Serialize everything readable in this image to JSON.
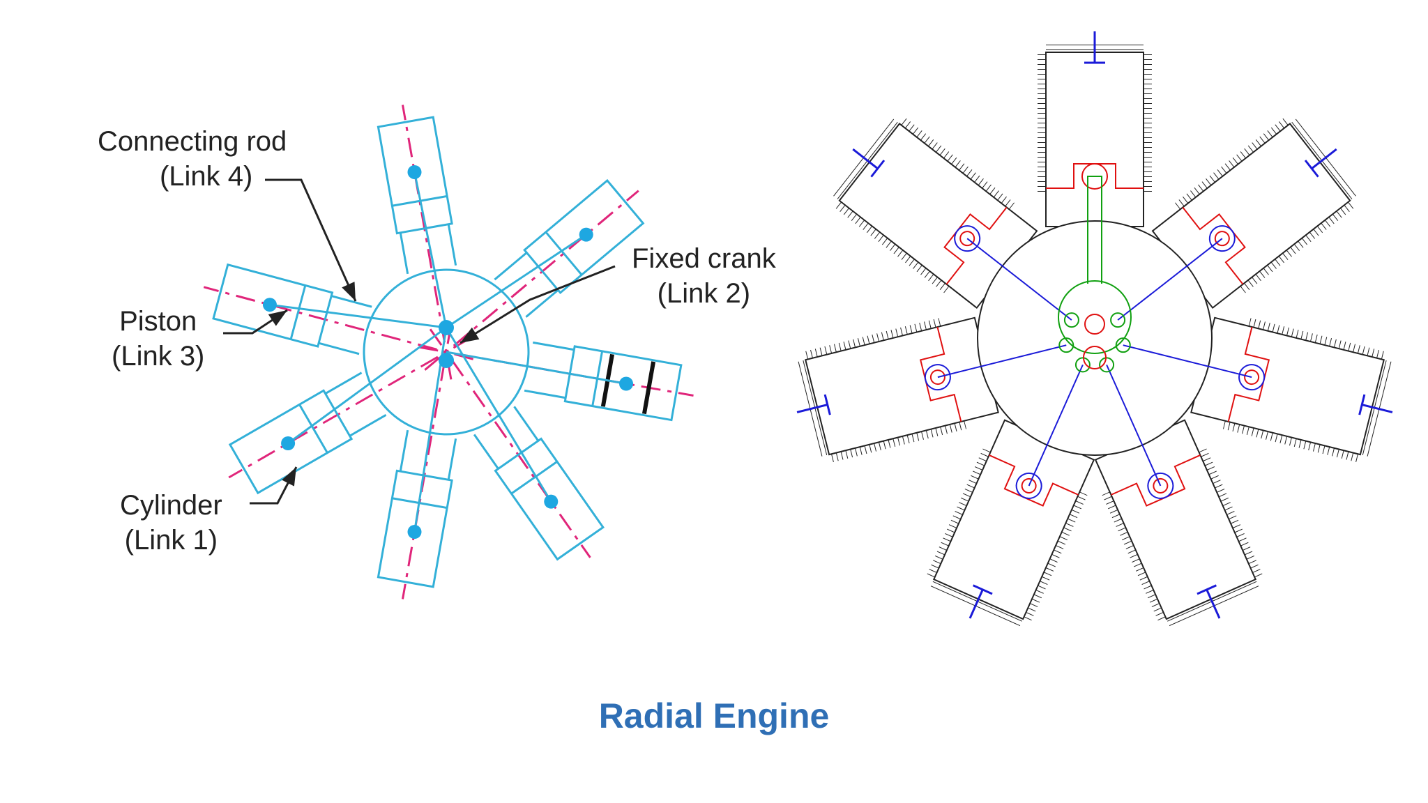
{
  "left": {
    "labels": {
      "connecting_rod": {
        "name": "Connecting rod",
        "link": "(Link 4)"
      },
      "fixed_crank": {
        "name": "Fixed crank",
        "link": "(Link 2)"
      },
      "piston": {
        "name": "Piston",
        "link": "(Link 3)"
      },
      "cylinder": {
        "name": "Cylinder",
        "link": "(Link 1)"
      }
    }
  },
  "caption": "Radial Engine",
  "colors": {
    "link_cyan": "#33b0d8",
    "dot_cyan": "#1ea7e1",
    "center_line_magenta": "#e0257a",
    "caption_blue": "#2f6fb5",
    "leader_black": "#222222",
    "right_blue": "#1a1ad8",
    "right_red": "#e01010",
    "right_green": "#10a010",
    "right_black": "#222222"
  }
}
